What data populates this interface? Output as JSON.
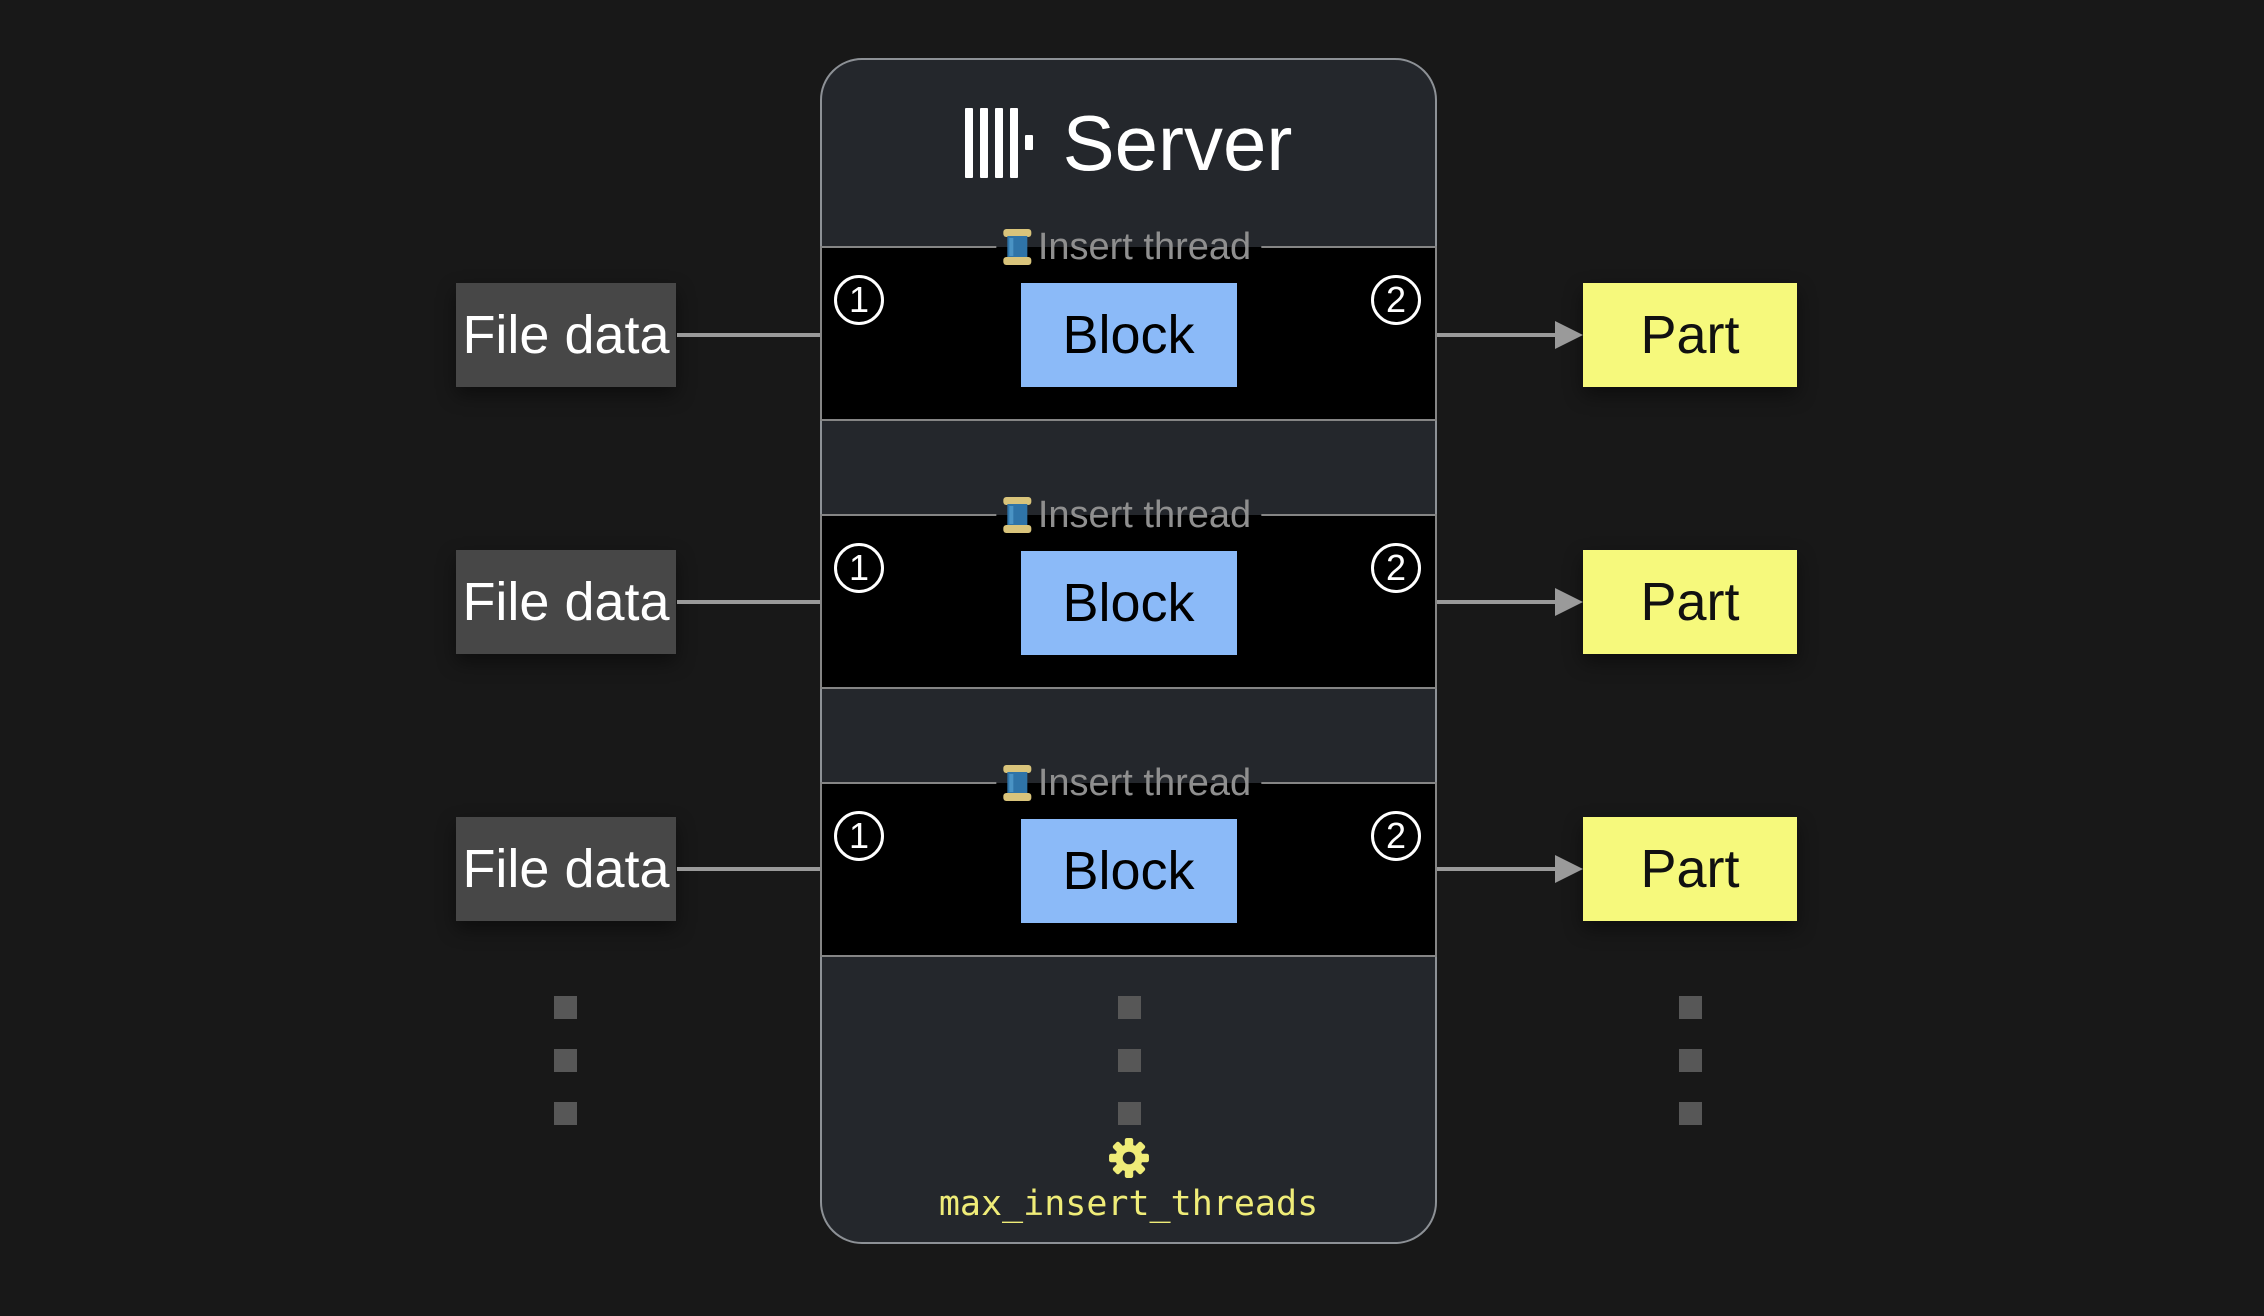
{
  "colors": {
    "page-bg": "#181818",
    "panel-bg": "#24272c",
    "block-bg": "#8bbaf8",
    "part-bg": "#f6f97c",
    "source-bg": "#474747",
    "accent-yellow": "#efec78"
  },
  "server": {
    "title": "Server",
    "logo": "clickhouse-bars-logo",
    "threads": [
      {
        "label": "Insert thread",
        "icon": "thread-spool-icon",
        "step_in": "1",
        "block": "Block",
        "step_out": "2"
      },
      {
        "label": "Insert thread",
        "icon": "thread-spool-icon",
        "step_in": "1",
        "block": "Block",
        "step_out": "2"
      },
      {
        "label": "Insert thread",
        "icon": "thread-spool-icon",
        "step_in": "1",
        "block": "Block",
        "step_out": "2"
      }
    ],
    "setting": {
      "icon": "gear-icon",
      "label": "max_insert_threads"
    }
  },
  "inputs": [
    "File data",
    "File data",
    "File data"
  ],
  "outputs": [
    "Part",
    "Part",
    "Part"
  ]
}
